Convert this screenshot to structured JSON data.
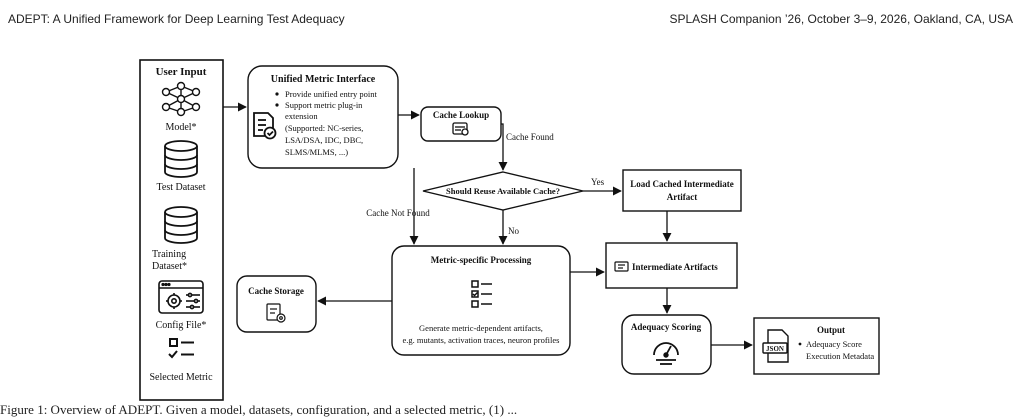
{
  "header": {
    "left": "ADEPT: A Unified Framework for Deep Learning Test Adequacy",
    "right": "SPLASH Companion ’26, October 3–9, 2026, Oakland, CA, USA"
  },
  "input_panel": {
    "title": "User Input",
    "model": "Model*",
    "test_dataset": "Test Dataset",
    "training_dataset_line1": "Training",
    "training_dataset_line2": "Dataset*",
    "config_file": "Config File*",
    "selected_metric": "Selected Metric"
  },
  "unified_interface": {
    "title": "Unified Metric Interface",
    "bullet1": "Provide unified entry point",
    "bullet2_line1": "Support metric plug-in",
    "bullet2_line2": "extension",
    "supported_line1": "(Supported: NC-series,",
    "supported_line2": "LSA/DSA, IDC, DBC,",
    "supported_line3": "SLMS/MLMS, ...)"
  },
  "cache_lookup": {
    "title": "Cache Lookup"
  },
  "decision": {
    "label": "Should Reuse Available Cache?"
  },
  "edges": {
    "cache_found": "Cache Found",
    "cache_not_found": "Cache Not Found",
    "yes": "Yes",
    "no": "No"
  },
  "load_cached": {
    "line1": "Load Cached Intermediate",
    "line2": "Artifact"
  },
  "intermediate": {
    "title": "Intermediate Artifacts"
  },
  "processing": {
    "title": "Metric-specific Processing",
    "desc_line1": "Generate metric-dependent artifacts,",
    "desc_line2": "e.g. mutants, activation traces, neuron profiles"
  },
  "cache_storage": {
    "title": "Cache Storage"
  },
  "scoring": {
    "title": "Adequacy Scoring"
  },
  "output": {
    "title": "Output",
    "line1": "Adequacy Score",
    "line2": "Execution Metadata",
    "json_icon_text": "JSON"
  },
  "caption": "Figure 1: Overview of ADEPT. Given a model, datasets, configuration, and a selected metric, (1) ..."
}
